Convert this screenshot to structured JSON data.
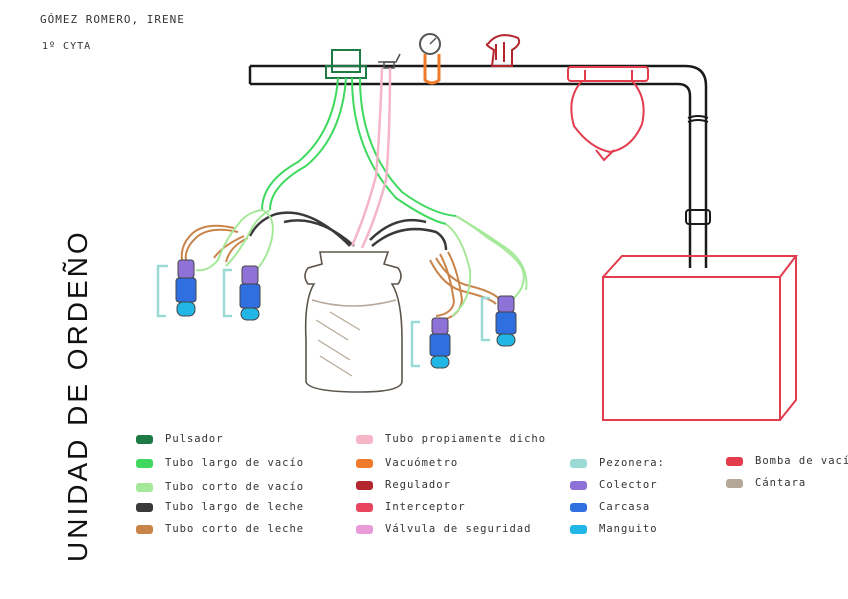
{
  "header": {
    "author": "GÓMEZ ROMERO, IRENE",
    "group": "1º CYTA"
  },
  "title": "UNIDAD DE ORDEÑO",
  "legend": [
    {
      "label": "Pulsador",
      "color": "#1e7a45"
    },
    {
      "label": "Tubo largo de vacío",
      "color": "#3fd95f"
    },
    {
      "label": "Tubo corto de vacío",
      "color": "#a6e89a"
    },
    {
      "label": "Tubo largo de leche",
      "color": "#3a3a3a"
    },
    {
      "label": "Tubo corto de leche",
      "color": "#c9844a"
    },
    {
      "label": "Tubo propiamente dicho",
      "color": "#f4b6c6"
    },
    {
      "label": "Vacuómetro",
      "color": "#ef7a2a"
    },
    {
      "label": "Regulador",
      "color": "#b3262d"
    },
    {
      "label": "Interceptor",
      "color": "#e8455f"
    },
    {
      "label": "Válvula de seguridad",
      "color": "#e99ad8"
    },
    {
      "label": "Pezonera:",
      "color": "#9ad9d4"
    },
    {
      "label": "Colector",
      "color": "#8f72d8"
    },
    {
      "label": "Carcasa",
      "color": "#2f6fe0"
    },
    {
      "label": "Manguito",
      "color": "#22b6e6"
    },
    {
      "label": "Bomba de vacío",
      "color": "#e23c4d"
    },
    {
      "label": "Cántara",
      "color": "#b5a898"
    }
  ]
}
